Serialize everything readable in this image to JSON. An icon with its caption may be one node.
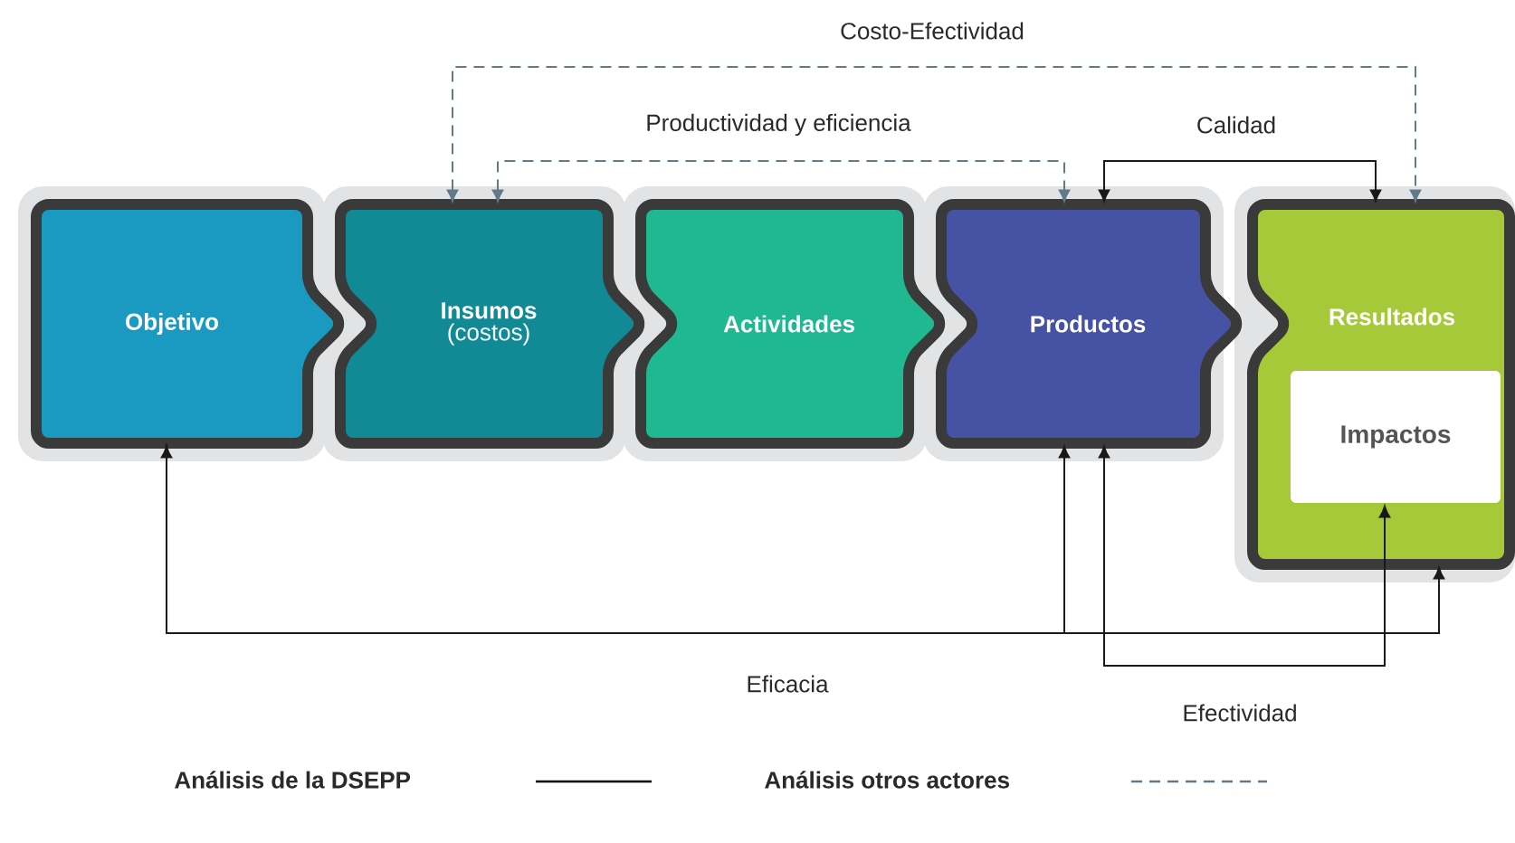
{
  "diagram": {
    "nodes": [
      {
        "text": [
          "Objetivo"
        ]
      },
      {
        "text": [
          "Insumos",
          "(costos)"
        ]
      },
      {
        "text": [
          "Actividades"
        ]
      },
      {
        "text": [
          "Productos"
        ]
      },
      {
        "text": [
          "Resultados"
        ]
      },
      {
        "text": [
          "Impactos"
        ],
        "in": 4
      }
    ],
    "edges": [
      {
        "from": 1,
        "to": 4,
        "arrow": "both",
        "label": "Costo-Efectividad",
        "style": "dashed",
        "color": "#627a88"
      },
      {
        "from": 1,
        "to": 3,
        "arrow": "both",
        "label": "Productividad y eficiencia",
        "style": "dashed",
        "color": "#627a88"
      },
      {
        "from": 3,
        "to": 4,
        "arrow": "both",
        "label": "Calidad"
      },
      {
        "from": 0,
        "to": 4,
        "arrow": "both",
        "label": "Eficacia"
      },
      {
        "from": 0,
        "to": 3,
        "arrow": "to"
      },
      {
        "from": 3,
        "to": 5,
        "arrow": "both",
        "label": "Efectividad"
      }
    ],
    "legend": [
      {
        "text": "Análisis de la DSEPP"
      },
      {
        "text": "Análisis otros actores"
      }
    ]
  }
}
